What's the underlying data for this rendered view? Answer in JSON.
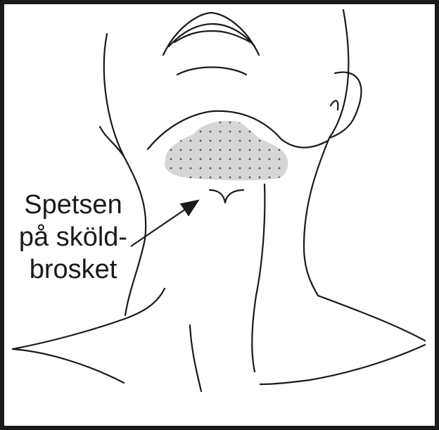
{
  "label": {
    "line1": "Spetsen",
    "line2": "på sköld-",
    "line3": "brosket"
  },
  "colors": {
    "line": "#1a1a1a",
    "area_fill": "#d6d6d6",
    "dot": "#555555",
    "frame": "#1a1a1a",
    "background": "#ffffff"
  }
}
